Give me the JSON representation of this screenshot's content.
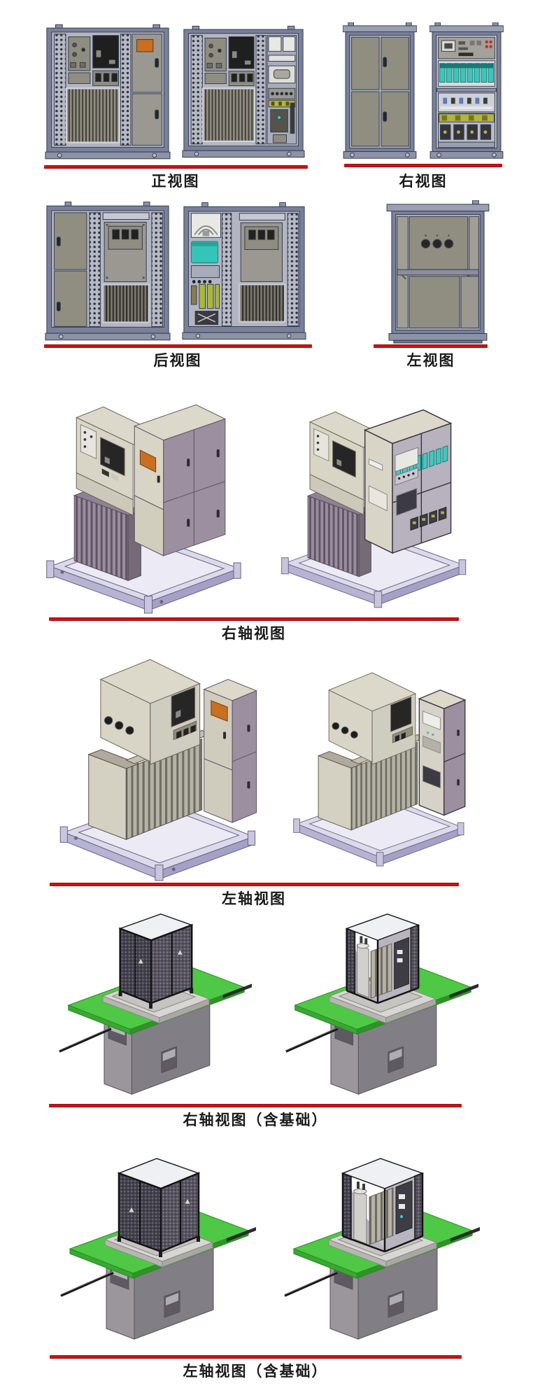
{
  "page": {
    "background": "#ffffff",
    "divider_color": "#d01212",
    "label_color": "#1a1a1a"
  },
  "palette": {
    "steel_frame": "#79809a",
    "steel_light": "#b3b6c2",
    "panel_olive": "#8f8d80",
    "panel_dark": "#1f1f1f",
    "orange_window": "#c86f22",
    "teal_component": "#3fc4bc",
    "yellow_terminal": "#b5b43c",
    "green_ground_plane": "#4ec845",
    "foundation_gray": "#8b8791",
    "base_lavender": "#d4d1e6",
    "cream_enclosure": "#d9d5c6",
    "mauve_enclosure": "#9c8fa0"
  },
  "sections": [
    {
      "id": "front-view",
      "label": "正视图",
      "drawings": [
        "front-view-cabinet-open-1",
        "front-view-cabinet-open-2"
      ]
    },
    {
      "id": "right-view",
      "label": "右视图",
      "drawings": [
        "right-view-cabinet-closed",
        "right-view-cabinet-open"
      ]
    },
    {
      "id": "rear-view",
      "label": "后视图",
      "drawings": [
        "rear-view-cabinet-1",
        "rear-view-cabinet-2"
      ]
    },
    {
      "id": "left-view",
      "label": "左视图",
      "drawings": [
        "left-view-cabinet"
      ]
    },
    {
      "id": "right-axonometric",
      "label": "右轴视图",
      "drawings": [
        "right-axon-closed",
        "right-axon-open"
      ]
    },
    {
      "id": "left-axonometric",
      "label": "左轴视图",
      "drawings": [
        "left-axon-closed",
        "left-axon-open"
      ]
    },
    {
      "id": "right-axonometric-foundation",
      "label": "右轴视图（含基础）",
      "drawings": [
        "right-axon-foundation-closed",
        "right-axon-foundation-open"
      ]
    },
    {
      "id": "left-axonometric-foundation",
      "label": "左轴视图（含基础）",
      "drawings": [
        "left-axon-foundation-closed",
        "left-axon-foundation-open"
      ]
    }
  ]
}
